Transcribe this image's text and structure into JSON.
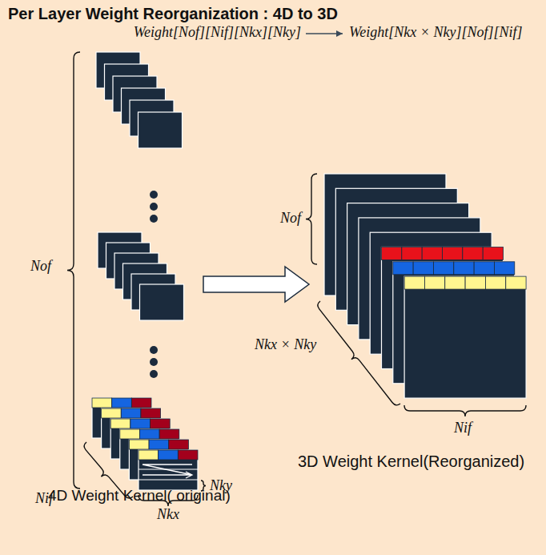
{
  "diagram": {
    "title": "Per Layer Weight Reorganization : 4D to 3D",
    "nodes": [
      {
        "text": [
          "4D Weight Kernel( original)"
        ]
      },
      {
        "text": [
          "3D Weight Kernel(Reorganized)"
        ]
      }
    ],
    "edges": [
      {
        "from": 0,
        "to": 1,
        "arrow": "to"
      }
    ],
    "labels": [
      "Weight[Nof][Nif][Nkx][Nky]",
      "Weight[Nkx × Nky][Nof][Nif]",
      "Nof",
      "Nif",
      "Nkx",
      "Nky",
      "Nof",
      "Nkx × Nky",
      "Nif"
    ]
  }
}
